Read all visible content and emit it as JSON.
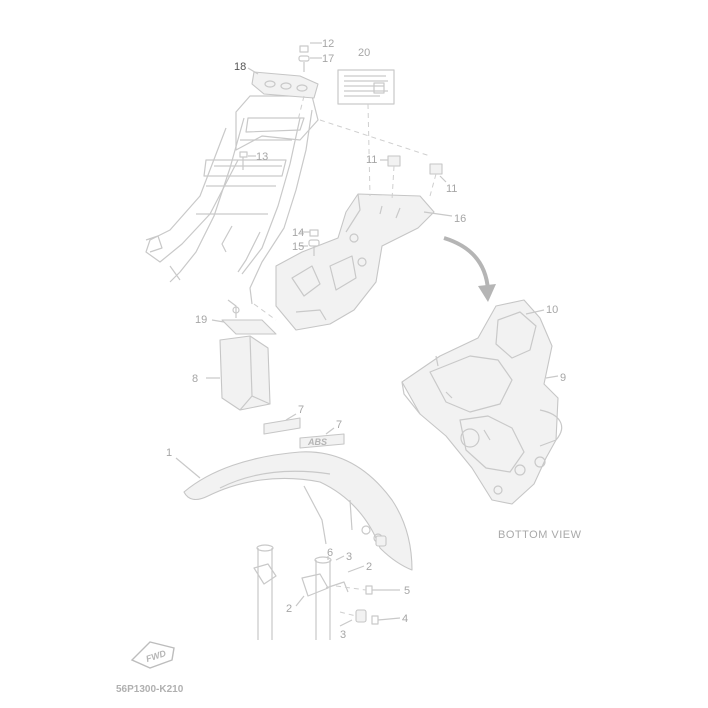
{
  "diagram": {
    "callouts": [
      {
        "id": "c12",
        "text": "12"
      },
      {
        "id": "c17",
        "text": "17"
      },
      {
        "id": "c18",
        "text": "18"
      },
      {
        "id": "c20",
        "text": "20"
      },
      {
        "id": "c13",
        "text": "13"
      },
      {
        "id": "c11a",
        "text": "11"
      },
      {
        "id": "c11b",
        "text": "11"
      },
      {
        "id": "c16",
        "text": "16"
      },
      {
        "id": "c14",
        "text": "14"
      },
      {
        "id": "c15",
        "text": "15"
      },
      {
        "id": "c10",
        "text": "10"
      },
      {
        "id": "c19",
        "text": "19"
      },
      {
        "id": "c8",
        "text": "8"
      },
      {
        "id": "c9",
        "text": "9"
      },
      {
        "id": "c7a",
        "text": "7"
      },
      {
        "id": "c7b",
        "text": "7"
      },
      {
        "id": "c1",
        "text": "1"
      },
      {
        "id": "c6",
        "text": "6"
      },
      {
        "id": "c3a",
        "text": "3"
      },
      {
        "id": "c2a",
        "text": "2"
      },
      {
        "id": "c5",
        "text": "5"
      },
      {
        "id": "c2b",
        "text": "2"
      },
      {
        "id": "c4",
        "text": "4"
      },
      {
        "id": "c3b",
        "text": "3"
      }
    ],
    "bottom_view_label": "BOTTOM VIEW",
    "fwd_label": "FWD",
    "abs_badge": "ABS",
    "diagram_code": "56P1300-K210"
  }
}
